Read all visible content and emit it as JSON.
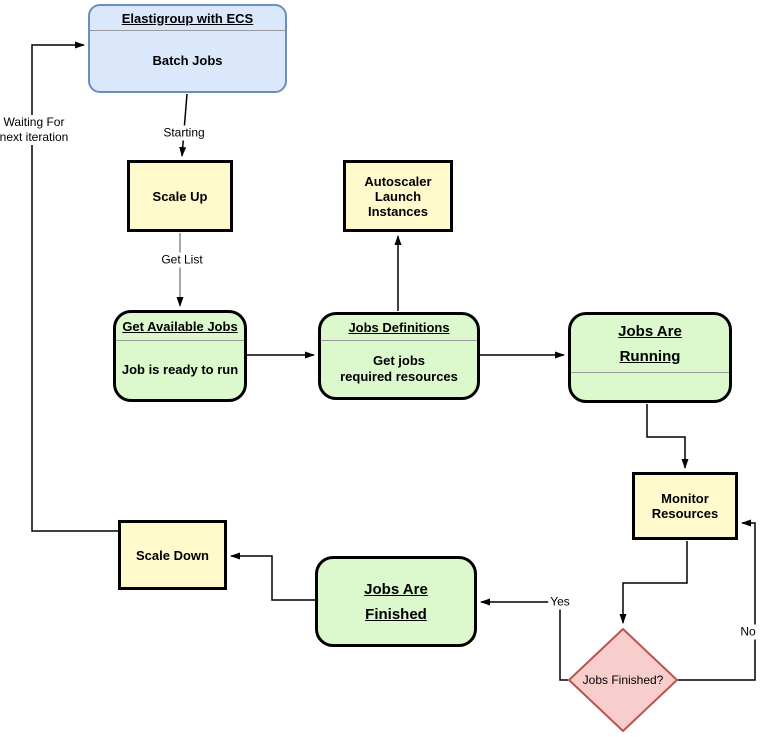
{
  "diagram": {
    "nodes": {
      "elastigroup": {
        "title": "Elastigroup with ECS",
        "body": "Batch Jobs"
      },
      "scale_up": {
        "label": "Scale Up"
      },
      "autoscaler": {
        "label": "Autoscaler\nLaunch\nInstances"
      },
      "get_available_jobs": {
        "title": "Get Available Jobs",
        "body": "Job is ready to run"
      },
      "jobs_definitions": {
        "title": "Jobs Definitions",
        "body": "Get jobs\nrequired resources"
      },
      "jobs_are_running": {
        "title": "Jobs Are\nRunning"
      },
      "monitor_resources": {
        "label": "Monitor\nResources"
      },
      "jobs_finished_decision": {
        "label": "Jobs Finished?"
      },
      "jobs_are_finished": {
        "title": "Jobs Are\nFinished"
      },
      "scale_down": {
        "label": "Scale Down"
      }
    },
    "edge_labels": {
      "starting": "Starting",
      "get_list": "Get List",
      "yes": "Yes",
      "no": "No",
      "waiting": "Waiting For\nnext iteration"
    },
    "colors": {
      "process_fill": "#fff9cc",
      "process_border": "#000000",
      "state_fill": "#dcf8cd",
      "state_border": "#000000",
      "start_fill": "#dbe8fc",
      "start_border": "#6c8ebf",
      "decision_fill": "#f8cecc",
      "decision_border": "#b85450",
      "connector": "#000000",
      "connector_gray": "#8c8c8c"
    }
  }
}
